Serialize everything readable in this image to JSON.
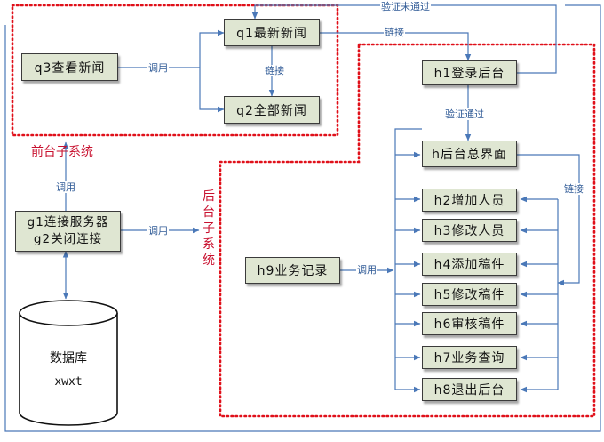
{
  "colors": {
    "box_fill": "#dfe6d2",
    "box_border": "#3b3b3b",
    "connector": "#4a78b8",
    "label_text": "#2f5a96",
    "subsystem_border": "#e0101a",
    "subsystem_text": "#c8102e"
  },
  "nodes": {
    "q1": "q1最新新闻",
    "q2": "q2全部新闻",
    "q3": "q3查看新闻",
    "h1": "h1登录后台",
    "h_main": "h后台总界面",
    "h2": "h2增加人员",
    "h3": "h3修改人员",
    "h4": "h4添加稿件",
    "h5": "h5修改稿件",
    "h6": "h6审核稿件",
    "h7": "h7业务查询",
    "h8": "h8退出后台",
    "h9": "h9业务记录",
    "g1": "g1连接服务器",
    "g2": "g2关闭连接"
  },
  "database": {
    "name": "数据库",
    "id": "xwxt"
  },
  "edge_labels": {
    "q3_q1": "调用",
    "q1_q2": "链接",
    "q1_h1": "链接",
    "h1_q1": "验证未通过",
    "h1_main": "验证通过",
    "main_sub": "链接",
    "g_q3": "调用",
    "g_backend": "调用",
    "h9_subs": "调用"
  },
  "subsystems": {
    "front": "前台子系统",
    "back": "后台子系统"
  }
}
